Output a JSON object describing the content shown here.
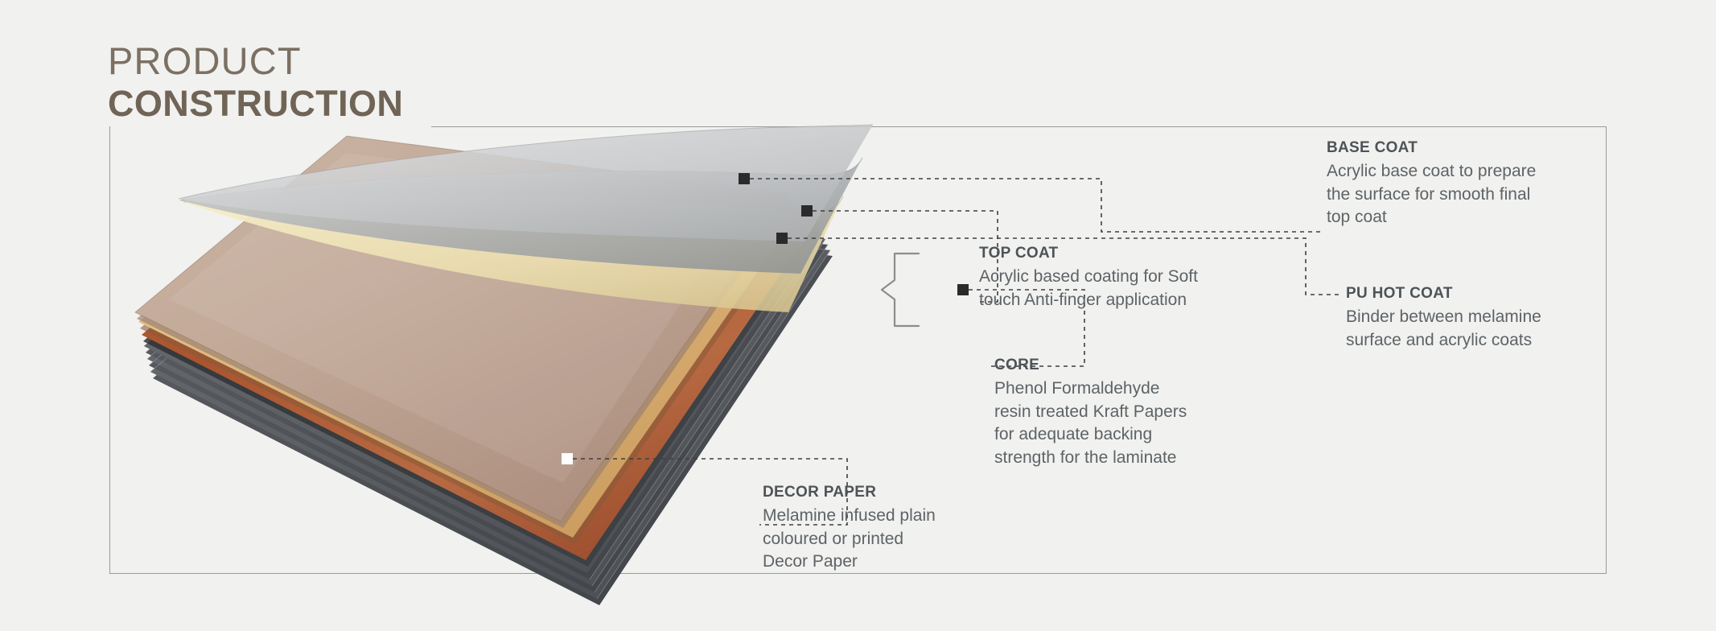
{
  "title": {
    "line1": "PRODUCT",
    "line2": "CONSTRUCTION"
  },
  "colors": {
    "background": "#f1f1ef",
    "title_light": "#7b7064",
    "title_bold": "#6f6456",
    "label_heading": "#4d5357",
    "label_body": "#5d6367",
    "frame_line": "#9a9a9a",
    "leader_line": "#4a4a4a",
    "layer_base_coat": "#c3c6c8",
    "layer_top_coat": "#a9adb1",
    "layer_pu_hot_coat": "#f2e8c0",
    "layer_melamine_gold": "#d9ab6b",
    "layer_decor_paper": "#b0562f",
    "layer_surface_taupe": "#c0a896",
    "layer_core_kraft": "#5a5d61"
  },
  "labels": [
    {
      "id": "base-coat",
      "title": "BASE COAT",
      "body": [
        "Acrylic base coat to prepare",
        "the surface for smooth final",
        "top coat"
      ]
    },
    {
      "id": "pu-hot-coat",
      "title": "PU HOT COAT",
      "body": [
        "Binder between melamine",
        "surface and acrylic coats"
      ]
    },
    {
      "id": "top-coat",
      "title": "TOP COAT",
      "body": [
        "Acrylic based coating for Soft",
        "touch Anti-finger application"
      ]
    },
    {
      "id": "core",
      "title": "CORE",
      "body": [
        "Phenol Formaldehyde",
        "resin treated Kraft Papers",
        "for adequate backing",
        "strength for the laminate"
      ]
    },
    {
      "id": "decor-paper",
      "title": "DECOR PAPER",
      "body": [
        "Melamine infused plain",
        "coloured or printed",
        "Decor Paper"
      ]
    }
  ],
  "diagram": {
    "type": "exploded-layer-stack",
    "layer_count": 6,
    "callout_markers": 5,
    "core_bracket": true
  }
}
